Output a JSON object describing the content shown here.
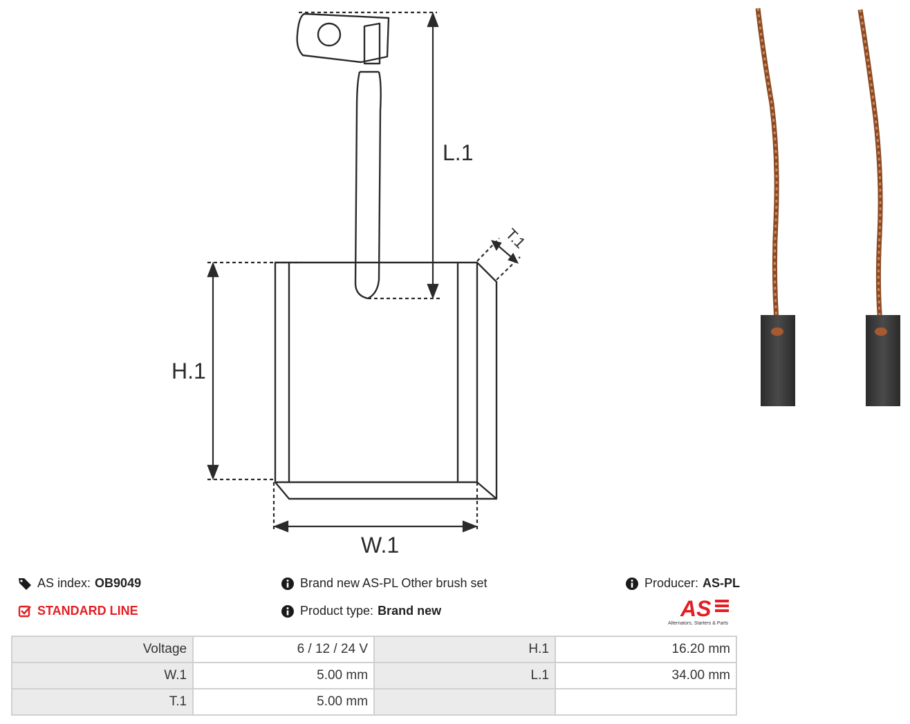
{
  "drawing": {
    "label_l1": "L.1",
    "label_h1": "H.1",
    "label_w1": "W.1",
    "label_t1": "T.1"
  },
  "info": {
    "as_index_label": "AS index:",
    "as_index_value": "OB9049",
    "line": "STANDARD LINE",
    "description": "Brand new AS-PL Other brush set",
    "product_type_label": "Product type:",
    "product_type_value": "Brand new",
    "producer_label": "Producer:",
    "producer_value": "AS-PL"
  },
  "logo": {
    "mark": "AS",
    "tagline": "Alternators, Starters & Parts"
  },
  "specs": [
    {
      "label": "Voltage",
      "value": "6 / 12 / 24 V",
      "label2": "H.1",
      "value2": "16.20 mm"
    },
    {
      "label": "W.1",
      "value": "5.00 mm",
      "label2": "L.1",
      "value2": "34.00 mm"
    },
    {
      "label": "T.1",
      "value": "5.00 mm",
      "label2": "",
      "value2": ""
    }
  ],
  "colors": {
    "accent": "#e31e24",
    "table_label_bg": "#ebebeb",
    "table_border": "#d0d0d0",
    "copper": "#b0643a",
    "carbon": "#3a3a3a"
  },
  "icons": [
    "tag-icon",
    "check-square-icon",
    "info-icon"
  ]
}
